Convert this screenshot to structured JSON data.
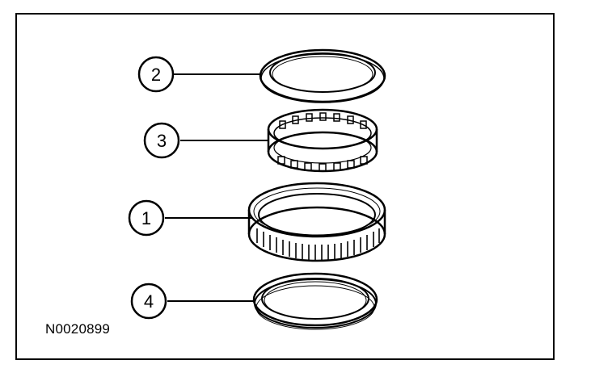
{
  "figure": {
    "reference_code": "N0020899",
    "callouts": [
      {
        "id": "2",
        "label": "2",
        "part": "ring-2"
      },
      {
        "id": "3",
        "label": "3",
        "part": "ring-3"
      },
      {
        "id": "1",
        "label": "1",
        "part": "ring-1"
      },
      {
        "id": "4",
        "label": "4",
        "part": "ring-4"
      }
    ]
  }
}
